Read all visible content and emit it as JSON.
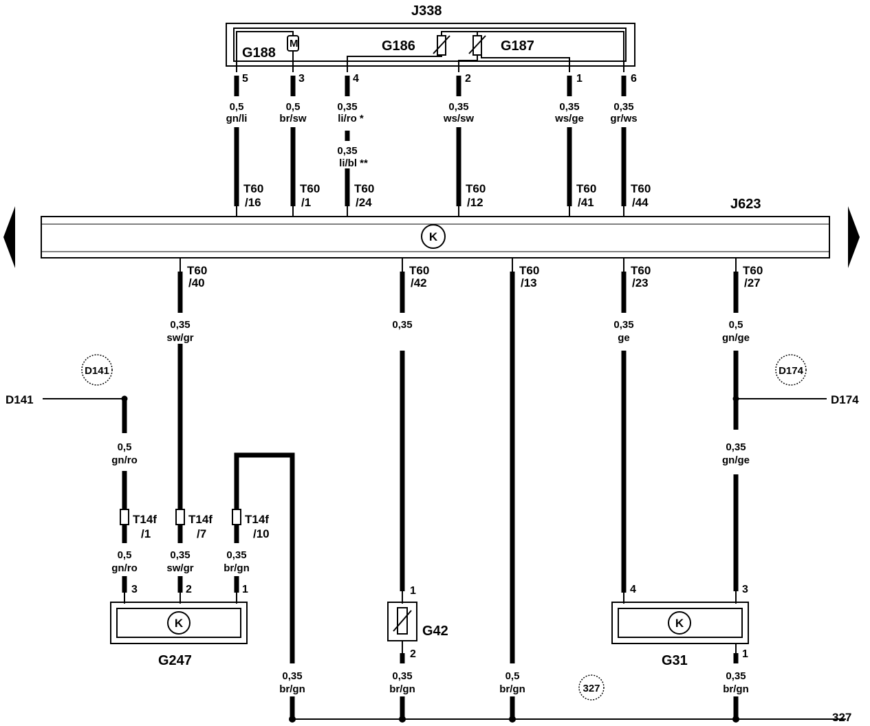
{
  "components": {
    "j338": "J338",
    "g188": "G188",
    "g186": "G186",
    "g187": "G187",
    "j623": "J623",
    "k_symbol": "K",
    "g247": "G247",
    "g42": "G42",
    "g31": "G31",
    "d141_circle": "D141",
    "d174_circle": "D174",
    "c327_circle": "327"
  },
  "top_pins": {
    "p5": "5",
    "p3": "3",
    "p4": "4",
    "p2": "2",
    "p1": "1",
    "p6": "6"
  },
  "top_wires": {
    "w1_size": "0,5",
    "w1_color": "gn/li",
    "w2_size": "0,5",
    "w2_color": "br/sw",
    "w3_size": "0,35",
    "w3_color": "li/ro *",
    "w3b_size": "0,35",
    "w3b_color": "li/bl **",
    "w4_size": "0,35",
    "w4_color": "ws/sw",
    "w5_size": "0,35",
    "w5_color": "ws/ge",
    "w6_size": "0,35",
    "w6_color": "gr/ws"
  },
  "top_connectors": {
    "c1_a": "T60",
    "c1_b": "/16",
    "c2_a": "T60",
    "c2_b": "/1",
    "c3_a": "T60",
    "c3_b": "/24",
    "c4_a": "T60",
    "c4_b": "/12",
    "c5_a": "T60",
    "c5_b": "/41",
    "c6_a": "T60",
    "c6_b": "/44"
  },
  "bottom_connectors": {
    "c1_a": "T60",
    "c1_b": "/40",
    "c2_a": "T60",
    "c2_b": "/42",
    "c3_a": "T60",
    "c3_b": "/13",
    "c4_a": "T60",
    "c4_b": "/23",
    "c5_a": "T60",
    "c5_b": "/27"
  },
  "mid_wires": {
    "w1_size": "0,35",
    "w1_color": "sw/gr",
    "w2_size": "0,35",
    "w4_size": "0,35",
    "w4_color": "ge",
    "w5_size": "0,5",
    "w5_color": "gn/ge"
  },
  "side_labels": {
    "d141": "D141",
    "d174": "D174",
    "c327": "327"
  },
  "left_wires": {
    "d141_size": "0,5",
    "d141_color": "gn/ro",
    "d174_size": "0,35",
    "d174_color": "gn/ge"
  },
  "t14f": {
    "a_name": "T14f",
    "a_pin": "/1",
    "b_name": "T14f",
    "b_pin": "/7",
    "c_name": "T14f",
    "c_pin": "/10"
  },
  "g247_wires": {
    "a_size": "0,5",
    "a_color": "gn/ro",
    "b_size": "0,35",
    "b_color": "sw/gr",
    "c_size": "0,35",
    "c_color": "br/gn",
    "pin_a": "3",
    "pin_b": "2",
    "pin_c": "1"
  },
  "g42_pins": {
    "top": "1",
    "bottom": "2"
  },
  "g31_pins": {
    "left": "4",
    "right": "3",
    "bottom": "1"
  },
  "ground_wires": {
    "a_size": "0,35",
    "a_color": "br/gn",
    "b_size": "0,35",
    "b_color": "br/gn",
    "c_size": "0,5",
    "c_color": "br/gn",
    "d_size": "0,35",
    "d_color": "br/gn"
  }
}
